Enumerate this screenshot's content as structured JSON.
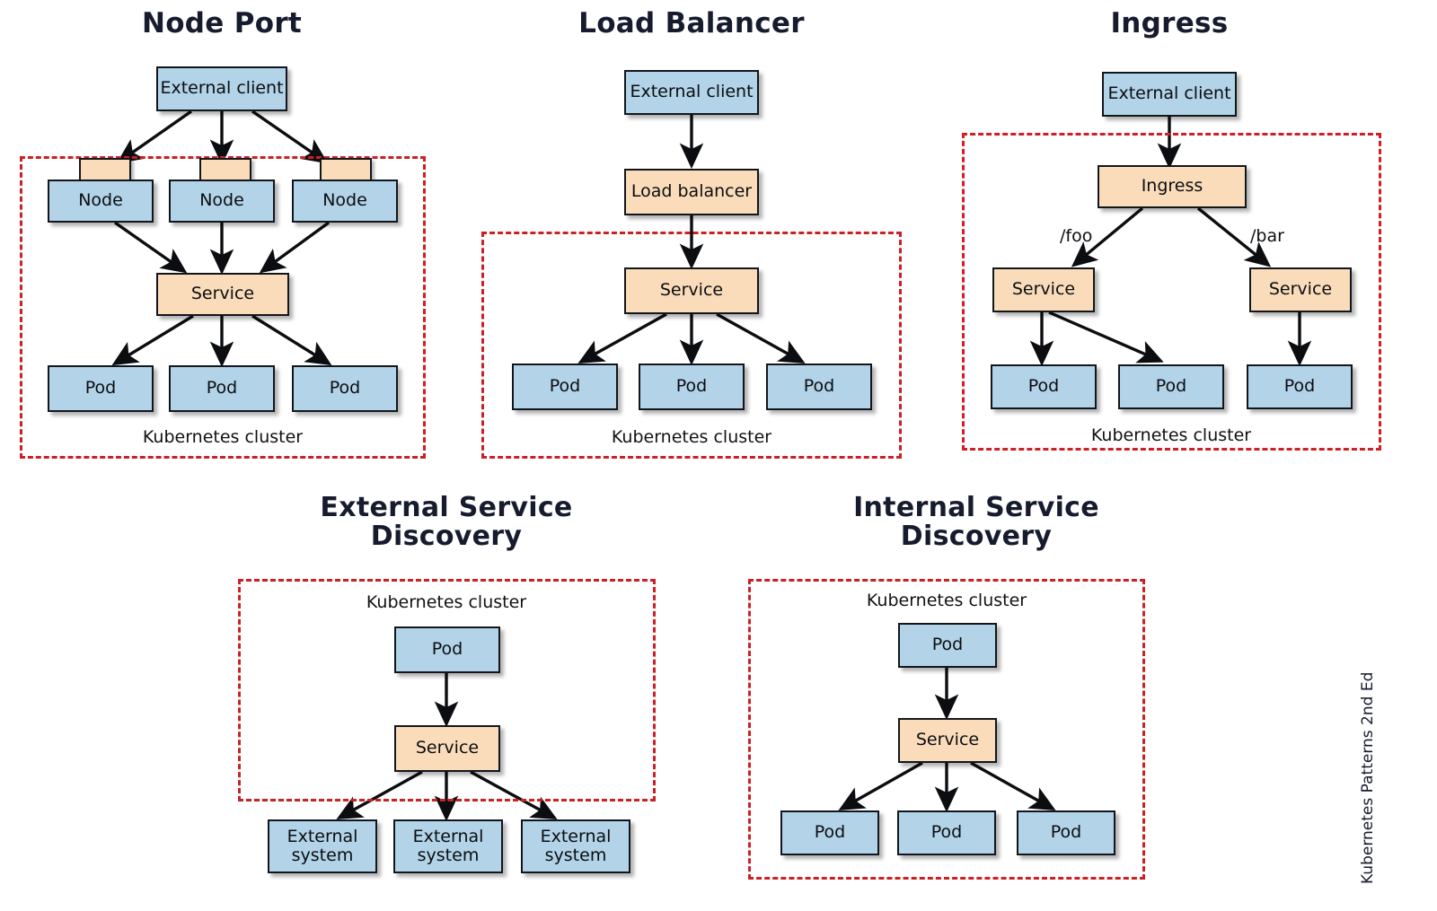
{
  "figure": {
    "credit": "Kubernetes Patterns 2nd Ed",
    "colors": {
      "blue_fill": "#b2d3e8",
      "orange_fill": "#fadcba",
      "cluster_border": "#cc2026",
      "box_stroke": "#12161c",
      "title_color": "#161b2e"
    }
  },
  "panels": {
    "node_port": {
      "title": "Node Port",
      "cluster_label": "Kubernetes cluster",
      "external_client": "External client",
      "nodes": [
        "Node",
        "Node",
        "Node"
      ],
      "service": "Service",
      "pods": [
        "Pod",
        "Pod",
        "Pod"
      ]
    },
    "load_balancer": {
      "title": "Load Balancer",
      "cluster_label": "Kubernetes cluster",
      "external_client": "External client",
      "load_balancer": "Load balancer",
      "service": "Service",
      "pods": [
        "Pod",
        "Pod",
        "Pod"
      ]
    },
    "ingress": {
      "title": "Ingress",
      "cluster_label": "Kubernetes cluster",
      "external_client": "External client",
      "ingress": "Ingress",
      "path_left": "/foo",
      "path_right": "/bar",
      "service_left": "Service",
      "service_right": "Service",
      "pods": [
        "Pod",
        "Pod",
        "Pod"
      ]
    },
    "external_service_discovery": {
      "title": "External Service\nDiscovery",
      "cluster_label": "Kubernetes cluster",
      "pod": "Pod",
      "service": "Service",
      "external_systems": [
        "External\nsystem",
        "External\nsystem",
        "External\nsystem"
      ]
    },
    "internal_service_discovery": {
      "title": "Internal Service\nDiscovery",
      "cluster_label": "Kubernetes cluster",
      "pod_top": "Pod",
      "service": "Service",
      "pods": [
        "Pod",
        "Pod",
        "Pod"
      ]
    }
  }
}
